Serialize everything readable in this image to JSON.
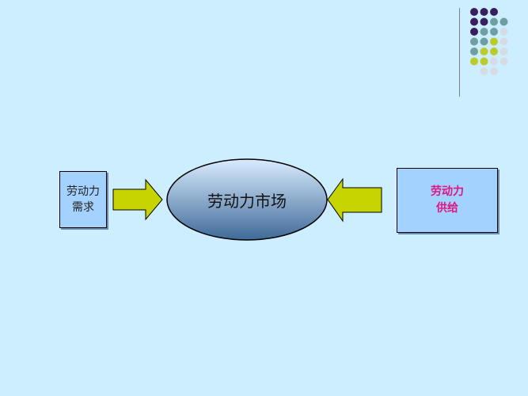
{
  "diagram": {
    "center": {
      "label": "劳动力市场"
    },
    "demand": {
      "line1": "劳动力",
      "line2": "需求"
    },
    "supply": {
      "line1": "劳动力",
      "line2": "供给"
    }
  },
  "colors": {
    "background": "#cceeff",
    "box_fill": "#a4d2ff",
    "arrow_fill": "#c8d400",
    "ellipse_light": "#d9ecff",
    "ellipse_dark": "#3f6a98",
    "supply_text": "#e0157f",
    "dot_purple": "#3a1f5e",
    "dot_teal": "#6e9fa3",
    "dot_olive": "#bccb2a",
    "dot_gray": "#d6dce4"
  },
  "decor": {
    "dot_grid": [
      [
        "purple",
        "purple",
        "purple",
        "none"
      ],
      [
        "purple",
        "purple",
        "teal",
        "teal"
      ],
      [
        "purple",
        "teal",
        "teal",
        "gray"
      ],
      [
        "teal",
        "teal",
        "olive",
        "gray"
      ],
      [
        "teal",
        "olive",
        "olive",
        "gray"
      ],
      [
        "olive",
        "olive",
        "gray",
        "gray"
      ],
      [
        "none",
        "gray",
        "gray",
        "none"
      ]
    ]
  }
}
